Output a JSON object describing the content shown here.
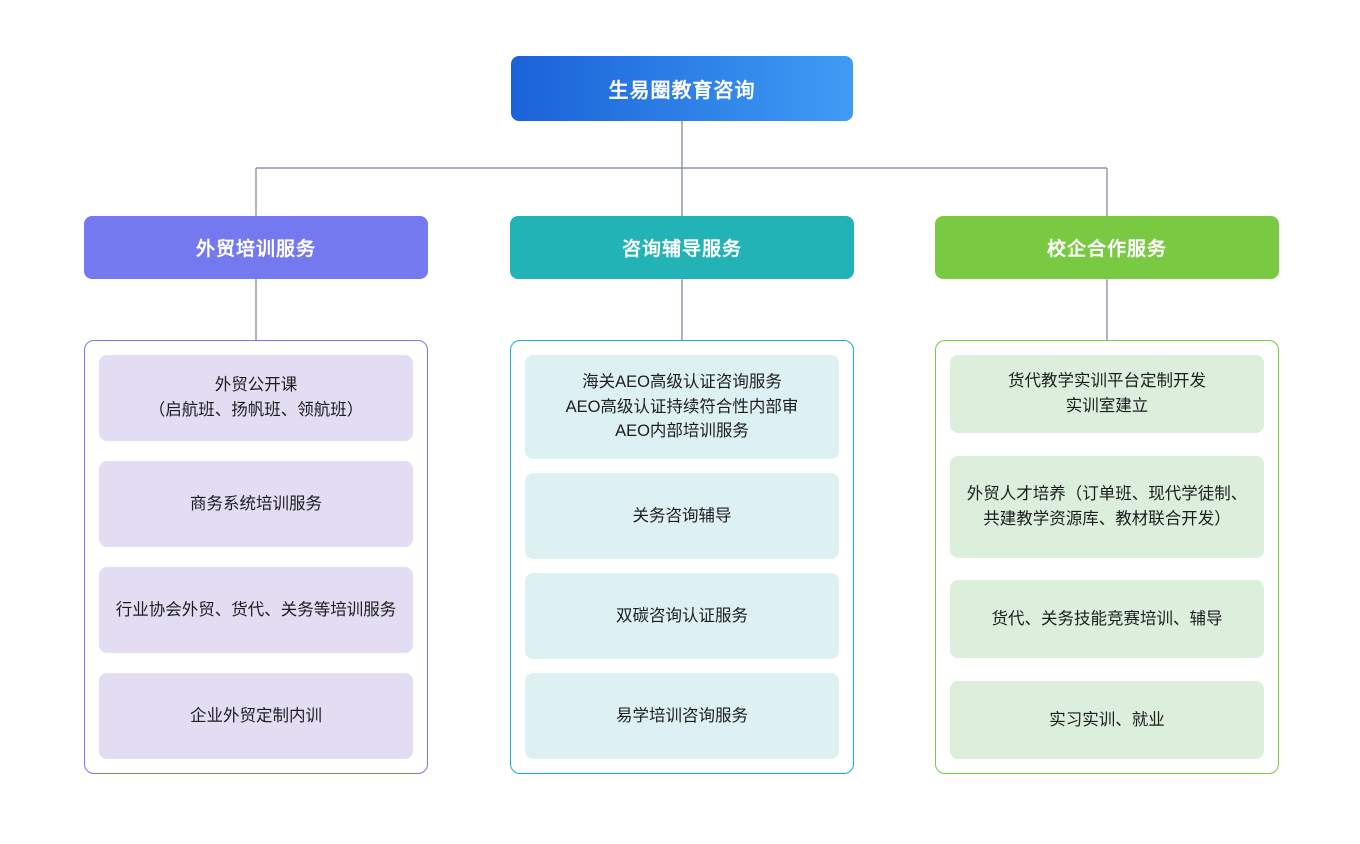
{
  "diagram": {
    "type": "organization-tree",
    "root": {
      "label": "生易圈教育咨询",
      "gradient_from": "#1a62d8",
      "gradient_to": "#3f9cf5",
      "text_color": "#ffffff"
    },
    "connector_color": "#8c95a3",
    "branches": [
      {
        "id": "waimao-peixun",
        "label": "外贸培训服务",
        "header_color": "#7579f0",
        "box_border_color": "#7579f0",
        "card_color": "#e2ddf3",
        "items": [
          "外贸公开课\n（启航班、扬帆班、领航班）",
          "商务系统培训服务",
          "行业协会外贸、货代、关务等培训服务",
          "企业外贸定制内训"
        ]
      },
      {
        "id": "zixun-fudao",
        "label": "咨询辅导服务",
        "header_color": "#22b3b6",
        "box_border_color": "#18b1bb",
        "card_color": "#ddf1f3",
        "items": [
          "海关AEO高级认证咨询服务\nAEO高级认证持续符合性内部审\nAEO内部培训服务",
          "关务咨询辅导",
          "双碳咨询认证服务",
          "易学培训咨询服务"
        ]
      },
      {
        "id": "xiaoqi-hezuo",
        "label": "校企合作服务",
        "header_color": "#7ac943",
        "box_border_color": "#7ac943",
        "card_color": "#dcefdc",
        "items": [
          "货代教学实训平台定制开发\n实训室建立",
          "外贸人才培养（订单班、现代学徒制、共建教学资源库、教材联合开发）",
          "货代、关务技能竞赛培训、辅导",
          "实习实训、就业"
        ]
      }
    ]
  }
}
